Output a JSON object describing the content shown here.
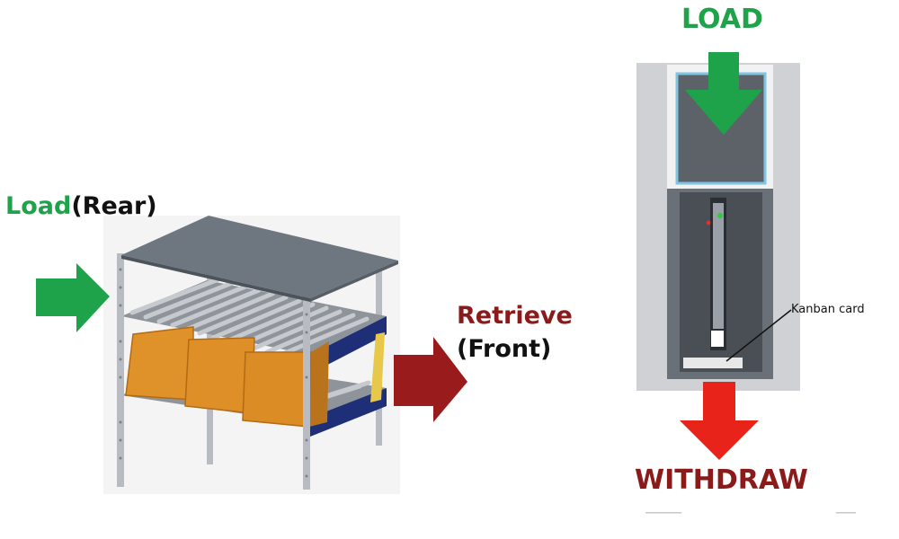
{
  "left_diagram": {
    "load_word": "Load",
    "rear_word": "(Rear)",
    "retrieve_word": "Retrieve",
    "front_word": "(Front)"
  },
  "right_diagram": {
    "load_label": "LOAD",
    "withdraw_label": "WITHDRAW",
    "kanban_label": "Kanban card"
  },
  "colors": {
    "load_green": "#1fa34a",
    "retrieve_red": "#8b1a1a",
    "withdraw_arrow": "#e8231a",
    "box_orange": "#e0922a",
    "shelf_blue": "#1e2f78"
  }
}
